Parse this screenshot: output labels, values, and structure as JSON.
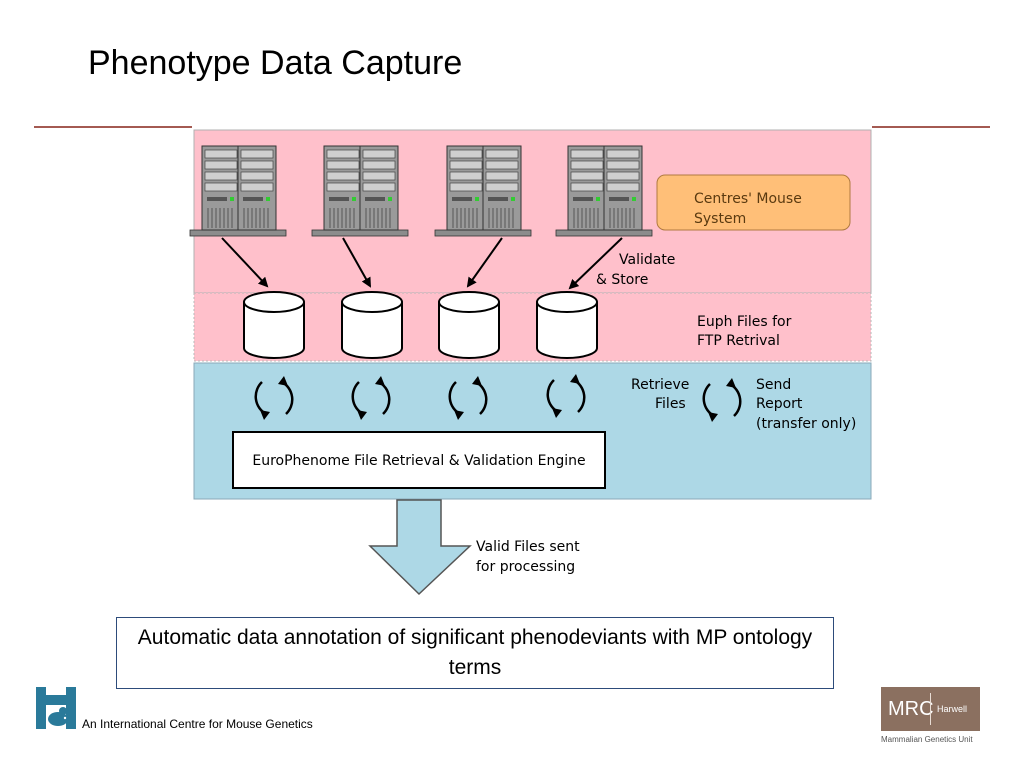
{
  "slide": {
    "title": "Phenotype Data Capture",
    "footer_text": "An International Centre for Mouse Genetics",
    "note": "Automatic data annotation of significant phenodeviants with MP ontology terms"
  },
  "diagram": {
    "centres_label_line1": "Centres' Mouse",
    "centres_label_line2": "System",
    "validate_line1": "Validate",
    "validate_line2": "& Store",
    "euph_line1": "Euph Files for",
    "euph_line2": "FTP Retrival",
    "retrieve_line1": "Retrieve",
    "retrieve_line2": "Files",
    "send_line1": "Send",
    "send_line2": "Report",
    "send_line3": "(transfer only)",
    "engine_label": "EuroPhenome File Retrieval & Validation Engine",
    "valid_line1": "Valid Files sent",
    "valid_line2": "for processing"
  },
  "logos": {
    "mrc_text": "MRC",
    "mrc_harwell": "Harwell",
    "mrc_subtitle": "Mammalian Genetics Unit"
  },
  "colors": {
    "pink_band": "#ffc0cb",
    "blue_band": "#add8e6",
    "centres_box": "#ffbf78",
    "rule": "#a45a52",
    "logo_teal": "#2a7a9a",
    "mrc_brown": "#8b7060"
  }
}
